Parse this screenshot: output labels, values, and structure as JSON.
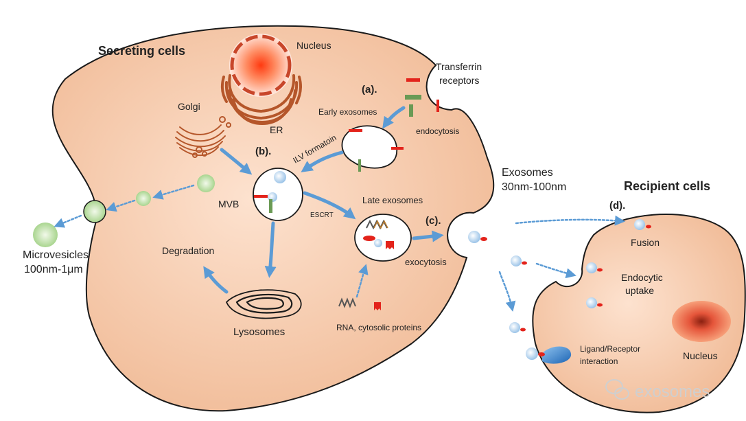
{
  "titles": {
    "secreting": "Secreting cells",
    "recipient": "Recipient cells"
  },
  "labels": {
    "nucleus": "Nucleus",
    "er": "ER",
    "golgi": "Golgi",
    "transferrin": "Transferrin",
    "receptors": "receptors",
    "step_a": "(a).",
    "step_b": "(b).",
    "step_c": "(c).",
    "step_d": "(d).",
    "early_exosomes": "Early exosomes",
    "endocytosis": "endocytosis",
    "ilv": "ILV formatoin",
    "mvb": "MVB",
    "escrt": "ESCRT",
    "late_exosomes": "Late exosomes",
    "exocytosis": "exocytosis",
    "degradation": "Degradation",
    "lysosomes": "Lysosomes",
    "rna": "RNA, cytosolic proteins",
    "microvesicles": "Microvesicles",
    "microvesicles_size": "100nm-1μm",
    "exosomes": "Exosomes",
    "exosomes_size": "30nm-100nm",
    "fusion": "Fusion",
    "endocytic": "Endocytic",
    "uptake": "uptake",
    "ligand": "Ligand/Receptor",
    "interaction": "interaction",
    "nucleus2": "Nucleus"
  },
  "watermark": "exosomes",
  "colors": {
    "cell_fill": "#f3c4a4",
    "cell_stroke": "#1a1a1a",
    "arrow": "#5b9bd5",
    "receptor_red": "#e3231b",
    "receptor_green": "#6a9a55",
    "er_brown": "#b5562a",
    "vesicle_green": "#bfe0a8",
    "exosome_blue": "#bcd7f0",
    "nucleus_red": "#e86a45"
  }
}
